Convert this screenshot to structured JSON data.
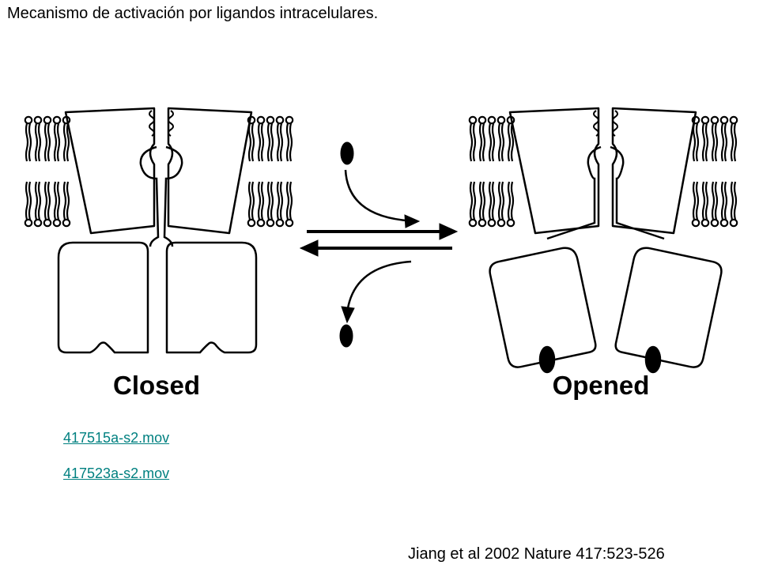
{
  "slide": {
    "title": "Mecanismo de activación por ligandos intracelulares.",
    "citation": "Jiang et al 2002 Nature 417:523-526"
  },
  "diagram": {
    "closed_label": "Closed",
    "opened_label": "Opened"
  },
  "links": [
    {
      "label": "417515a-s2.mov"
    },
    {
      "label": "417523a-s2.mov"
    }
  ],
  "colors": {
    "link": "#008080",
    "ink": "#000000"
  }
}
